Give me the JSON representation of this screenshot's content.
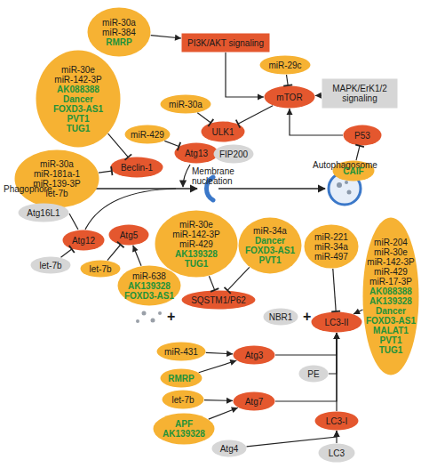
{
  "diagram": {
    "nodes": [
      {
        "text": [
          "miR-30a",
          "miR-384",
          "RMRP"
        ]
      },
      {
        "text": [
          "PI3K/AKT signaling"
        ]
      },
      {
        "text": [
          "miR-29c"
        ]
      },
      {
        "text": [
          "MAPK/ErK1/2 signaling"
        ]
      },
      {
        "text": [
          "mTOR"
        ]
      },
      {
        "text": [
          "P53"
        ]
      },
      {
        "text": [
          "CAIF"
        ]
      },
      {
        "text": [
          "miR-30e",
          "miR-142-3P",
          "AK088388",
          "Dancer",
          "FOXD3-AS1",
          "PVT1",
          "TUG1"
        ]
      },
      {
        "text": [
          "miR-30a"
        ]
      },
      {
        "text": [
          "ULK1"
        ]
      },
      {
        "text": [
          "miR-429"
        ]
      },
      {
        "text": [
          "Atg13"
        ]
      },
      {
        "text": [
          "FIP200"
        ]
      },
      {
        "text": [
          "miR-30a",
          "miR-181a-1",
          "miR-139-3P",
          "let-7b"
        ]
      },
      {
        "text": [
          "Beclin-1"
        ]
      },
      {
        "text": [
          "miR-30e",
          "miR-142-3P",
          "miR-429",
          "AK139328",
          "TUG1"
        ]
      },
      {
        "text": [
          "miR-34a",
          "Dancer",
          "FOXD3-AS1",
          "PVT1"
        ]
      },
      {
        "text": [
          "SQSTM1/P62"
        ]
      },
      {
        "text": [
          "NBR1"
        ]
      },
      {
        "text": [
          "miR-221",
          "miR-34a",
          "miR-497"
        ]
      },
      {
        "text": [
          "LC3-II"
        ]
      },
      {
        "text": [
          "miR-204",
          "miR-30e",
          "miR-142-3P",
          "miR-429",
          "miR-17-3P",
          "AK088388",
          "AK139328",
          "Dancer",
          "FOXD3-AS1",
          "MALAT1",
          "PVT1",
          "TUG1"
        ]
      },
      {
        "text": [
          "Atg16L1"
        ]
      },
      {
        "text": [
          "Atg12"
        ]
      },
      {
        "text": [
          "Atg5"
        ]
      },
      {
        "text": [
          "let-7b"
        ]
      },
      {
        "text": [
          "let-7b"
        ]
      },
      {
        "text": [
          "miR-638",
          "AK139328",
          "FOXD3-AS1"
        ]
      },
      {
        "text": [
          "miR-431"
        ]
      },
      {
        "text": [
          "RMRP"
        ]
      },
      {
        "text": [
          "Atg3"
        ]
      },
      {
        "text": [
          "let-7b"
        ]
      },
      {
        "text": [
          "APF",
          "AK139328"
        ]
      },
      {
        "text": [
          "Atg7"
        ]
      },
      {
        "text": [
          "PE"
        ]
      },
      {
        "text": [
          "LC3-I"
        ]
      },
      {
        "text": [
          "Atg4"
        ]
      },
      {
        "text": [
          "LC3"
        ]
      }
    ],
    "edges": [
      {
        "from": 0,
        "to": 1,
        "arrow": "to"
      },
      {
        "from": 1,
        "to": 4,
        "arrow": "to"
      },
      {
        "from": 2,
        "to": 4,
        "arrow": "to"
      },
      {
        "from": 3,
        "to": 4,
        "arrow": "to"
      },
      {
        "from": 5,
        "to": 4,
        "arrow": "to"
      },
      {
        "from": 6,
        "to": 5,
        "arrow": "to"
      },
      {
        "from": 4,
        "to": 9,
        "arrow": "to"
      },
      {
        "from": 8,
        "to": 9,
        "arrow": "to"
      },
      {
        "from": 10,
        "to": 11,
        "arrow": "to"
      },
      {
        "from": 7,
        "to": 14,
        "arrow": "to"
      },
      {
        "from": 13,
        "to": 14,
        "arrow": "to"
      },
      {
        "from": 15,
        "to": 17,
        "arrow": "to"
      },
      {
        "from": 16,
        "to": 17,
        "arrow": "to"
      },
      {
        "from": 19,
        "to": 20,
        "arrow": "to"
      },
      {
        "from": 21,
        "to": 20,
        "arrow": "to"
      },
      {
        "from": 25,
        "to": 23,
        "arrow": "to"
      },
      {
        "from": 26,
        "to": 24,
        "arrow": "to"
      },
      {
        "from": 27,
        "to": 24,
        "arrow": "to"
      },
      {
        "from": 28,
        "to": 30,
        "arrow": "to"
      },
      {
        "from": 29,
        "to": 30,
        "arrow": "to"
      },
      {
        "from": 31,
        "to": 33,
        "arrow": "to"
      },
      {
        "from": 32,
        "to": 33,
        "arrow": "to"
      },
      {
        "from": 30,
        "to": 20,
        "arrow": "to"
      },
      {
        "from": 33,
        "to": 20,
        "arrow": "to"
      },
      {
        "from": 34,
        "to": 20,
        "arrow": "to"
      },
      {
        "from": 35,
        "to": 20,
        "arrow": "to"
      },
      {
        "from": 36,
        "to": 35,
        "arrow": "to"
      },
      {
        "from": 37,
        "to": 35,
        "arrow": "to"
      }
    ],
    "labels": [
      "Membrane nucleation",
      "Phagophore",
      "Autophagosome",
      "+",
      "+"
    ]
  }
}
